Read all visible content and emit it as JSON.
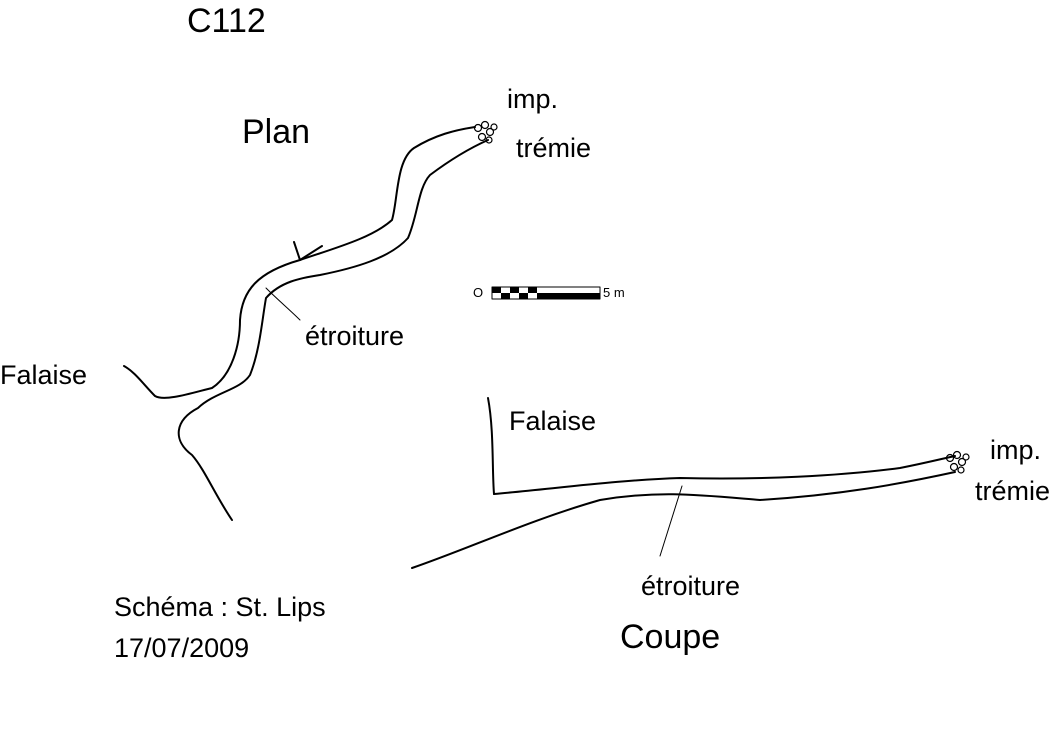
{
  "cave_id": "C112",
  "plan": {
    "title": "Plan",
    "label_end_line1": "imp.",
    "label_end_line2": "trémie",
    "label_narrow": "étroiture",
    "label_cliff": "Falaise"
  },
  "section": {
    "title": "Coupe",
    "label_end_line1": "imp.",
    "label_end_line2": "trémie",
    "label_narrow": "étroiture",
    "label_cliff": "Falaise"
  },
  "scale": {
    "start_label": "O",
    "end_label": "5 m"
  },
  "credits": {
    "author": "Schéma : St. Lips",
    "date": "17/07/2009"
  }
}
